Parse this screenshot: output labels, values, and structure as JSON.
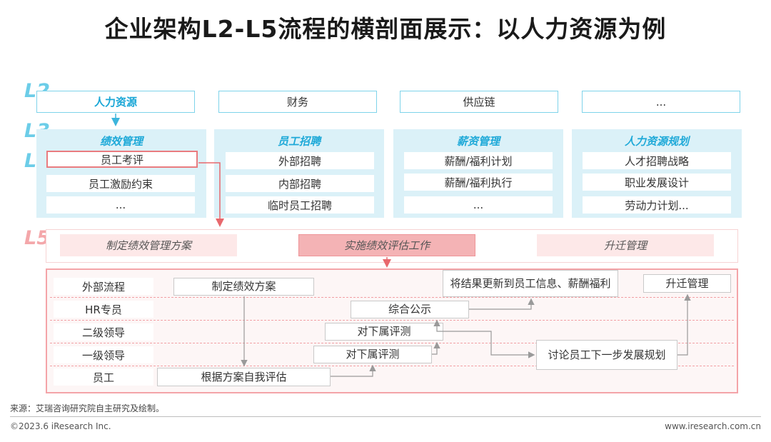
{
  "title": "企业架构L2-L5流程的横剖面展示：以人力资源为例",
  "levels": {
    "l2": "L2",
    "l3": "L3",
    "l4": "L4",
    "l5": "L5"
  },
  "l2_items": [
    "人力资源",
    "财务",
    "供应链",
    "..."
  ],
  "l3": [
    {
      "name": "绩效管理",
      "items": [
        "员工考评",
        "员工激励约束",
        "..."
      ]
    },
    {
      "name": "员工招聘",
      "items": [
        "外部招聘",
        "内部招聘",
        "临时员工招聘"
      ]
    },
    {
      "name": "薪资管理",
      "items": [
        "薪酬/福利计划",
        "薪酬/福利执行",
        "..."
      ]
    },
    {
      "name": "人力资源规划",
      "items": [
        "人才招聘战略",
        "职业发展设计",
        "劳动力计划..."
      ]
    }
  ],
  "l5_items": [
    "制定绩效管理方案",
    "实施绩效评估工作",
    "升迁管理"
  ],
  "swimlanes": [
    "外部流程",
    "HR专员",
    "二级领导",
    "一级领导",
    "员工"
  ],
  "flow": {
    "plan": "制定绩效方案",
    "self_eval": "根据方案自我评估",
    "eval1": "对下属评测",
    "eval2": "对下属评测",
    "publicize": "综合公示",
    "update": "将结果更新到员工信息、薪酬福利",
    "discuss": "讨论员工下一步发展规划",
    "promote": "升迁管理"
  },
  "footer": {
    "source": "来源：艾瑞咨询研究院自主研究及绘制。",
    "copyright": "©2023.6 iResearch Inc.",
    "website": "www.iresearch.com.cn"
  },
  "colors": {
    "l2_accent": "#18a6d6",
    "l3_panel": "#dbf1f8",
    "l5_accent": "#f4b3b5",
    "frame": "#f4a4a8"
  }
}
